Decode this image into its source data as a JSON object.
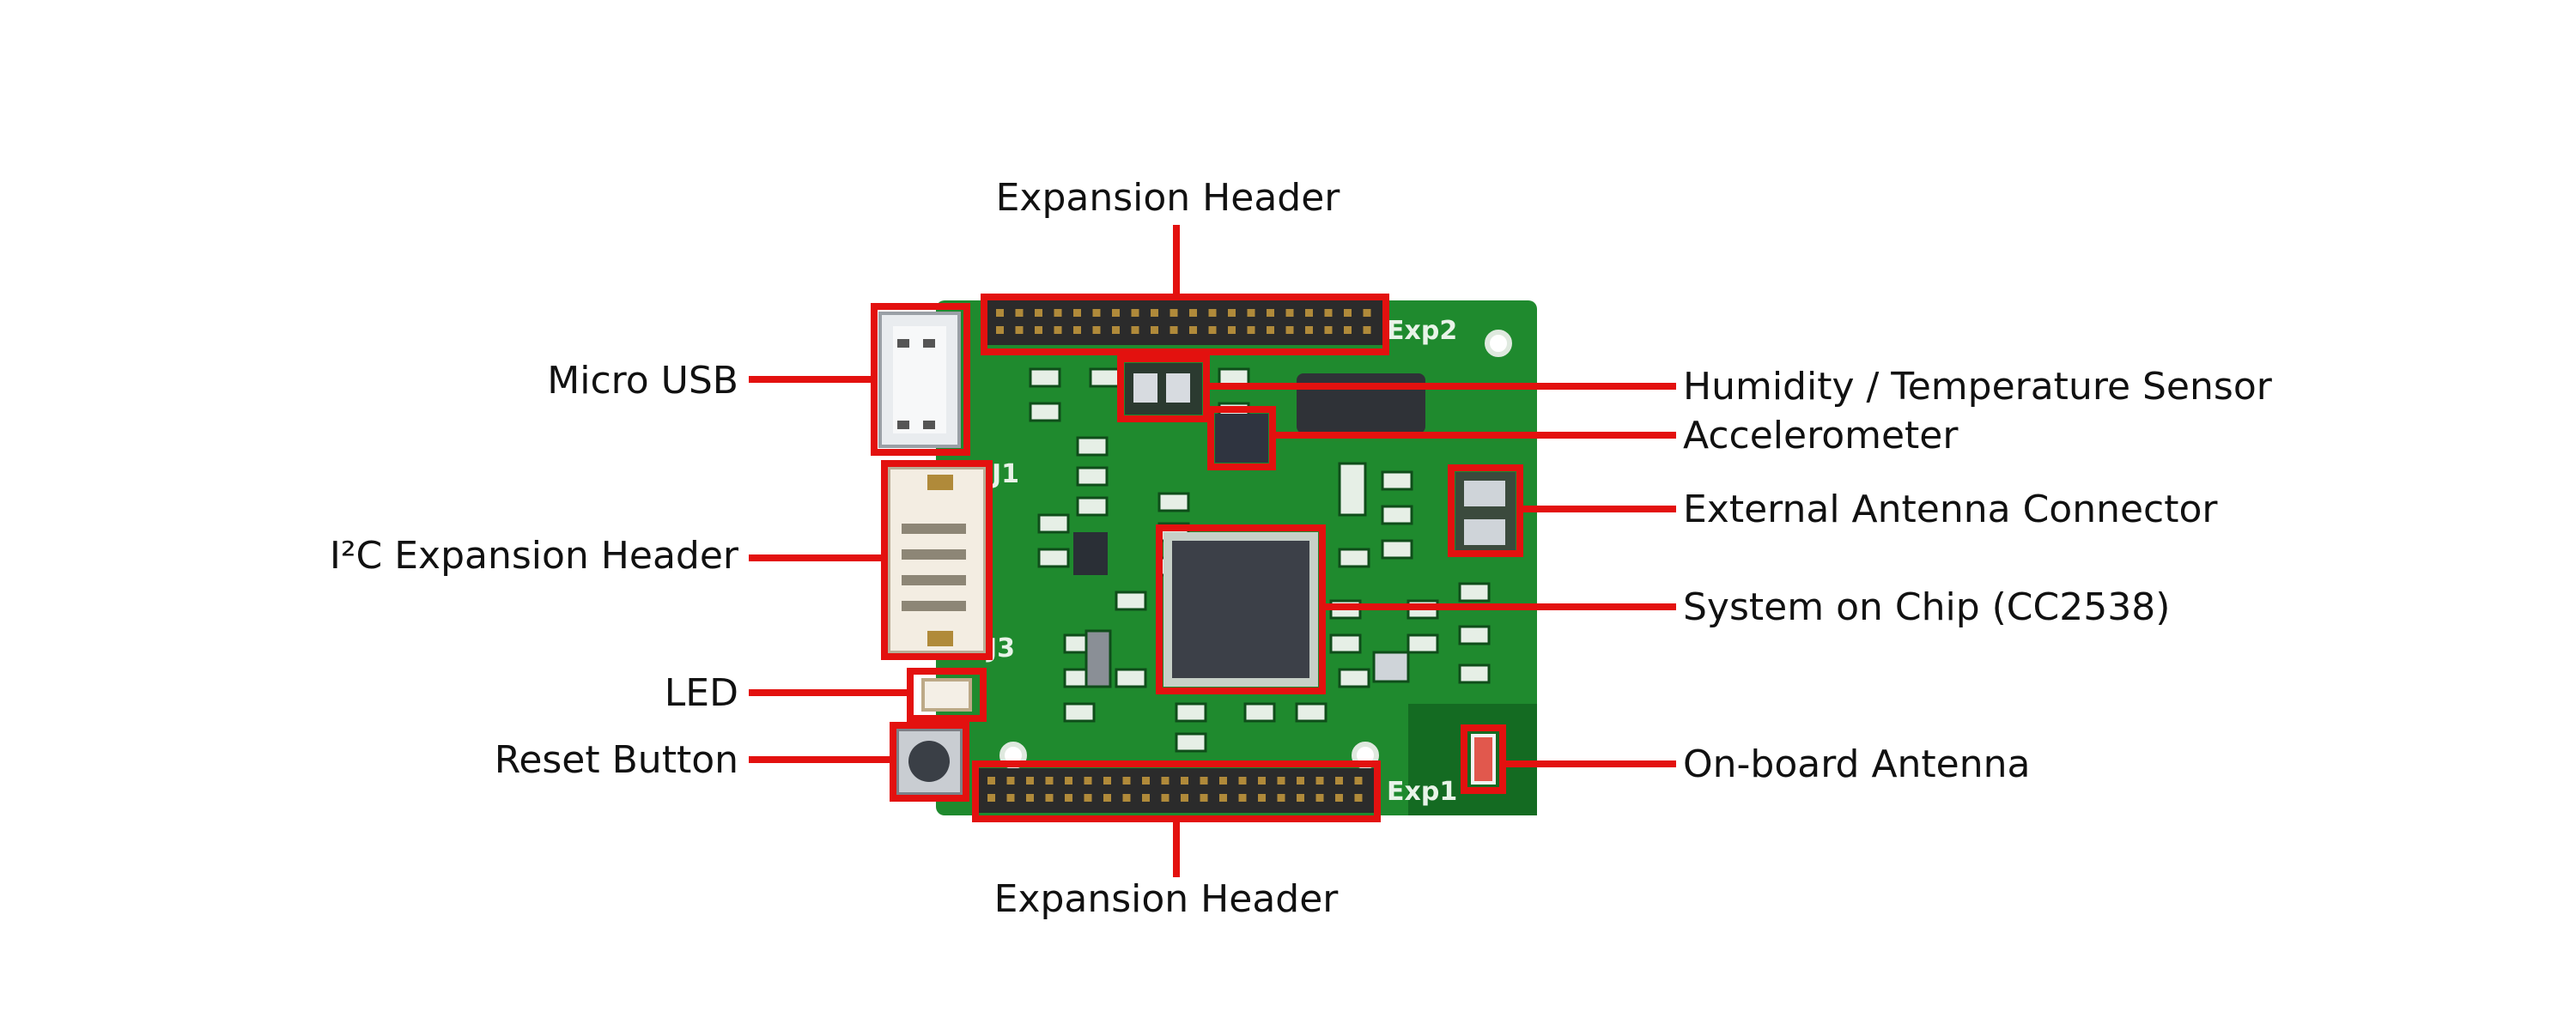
{
  "colors": {
    "callout": "#e3110f",
    "board": "#1f8a2e",
    "board_dark": "#146b22",
    "silkscreen": "#e8f3e8",
    "chip": "#3c4048",
    "header_body": "#2b2b2b",
    "pin": "#b08a3a",
    "text": "#111111"
  },
  "board_markings": {
    "exp1": "Exp1",
    "exp2": "Exp2",
    "j1": "J1",
    "j3": "J3"
  },
  "labels": {
    "expansion_header_top": "Expansion Header",
    "expansion_header_bottom": "Expansion Header",
    "micro_usb": "Micro USB",
    "i2c_header": "I²C Expansion Header",
    "led": "LED",
    "reset_button": "Reset Button",
    "humidity_sensor": "Humidity / Temperature Sensor",
    "accelerometer": "Accelerometer",
    "external_antenna": "External Antenna Connector",
    "soc": "System on Chip (CC2538)",
    "onboard_antenna": "On-board Antenna"
  }
}
